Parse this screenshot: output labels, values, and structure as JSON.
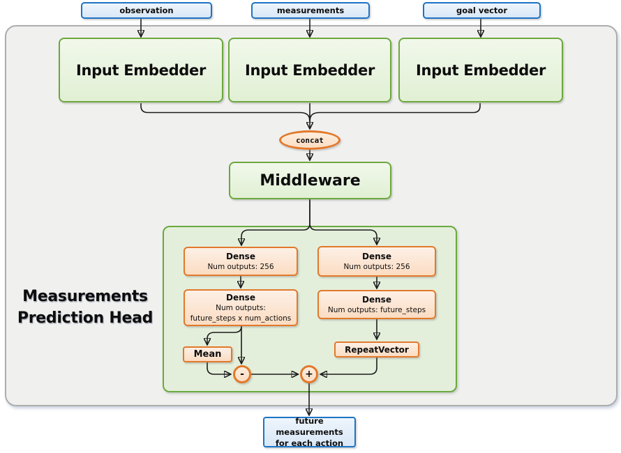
{
  "title": {
    "line1": "Measurements",
    "line2": "Prediction Head"
  },
  "inputs": [
    {
      "label": "observation"
    },
    {
      "label": "measurements"
    },
    {
      "label": "goal vector"
    }
  ],
  "embedders": [
    {
      "label": "Input Embedder"
    },
    {
      "label": "Input Embedder"
    },
    {
      "label": "Input Embedder"
    }
  ],
  "concat": {
    "label": "concat"
  },
  "middleware": {
    "label": "Middleware"
  },
  "head": {
    "dense_left_1": {
      "title": "Dense",
      "line1": "Num outputs: 256"
    },
    "dense_right_1": {
      "title": "Dense",
      "line1": "Num outputs: 256"
    },
    "dense_left_2": {
      "title": "Dense",
      "line1": "Num outputs:",
      "line2": "future_steps x num_actions"
    },
    "dense_right_2": {
      "title": "Dense",
      "line1": "Num outputs: future_steps"
    },
    "mean": {
      "label": "Mean"
    },
    "repeat_vector": {
      "label": "RepeatVector"
    },
    "minus": {
      "label": "-"
    },
    "plus": {
      "label": "+"
    }
  },
  "output": {
    "line1": "future measurements",
    "line2": "for each action"
  },
  "colors": {
    "blue_border": "#1E73C4",
    "blue_fill": "#DEEBF7",
    "green_border": "#6CA83D",
    "green_fill": "#E9F3DF",
    "orange_border": "#E2782A",
    "orange_fill": "#FCE5CF",
    "container_fill": "#F0F0EF",
    "container_border": "#ADADAD",
    "arrow": "#1C1C1C"
  }
}
